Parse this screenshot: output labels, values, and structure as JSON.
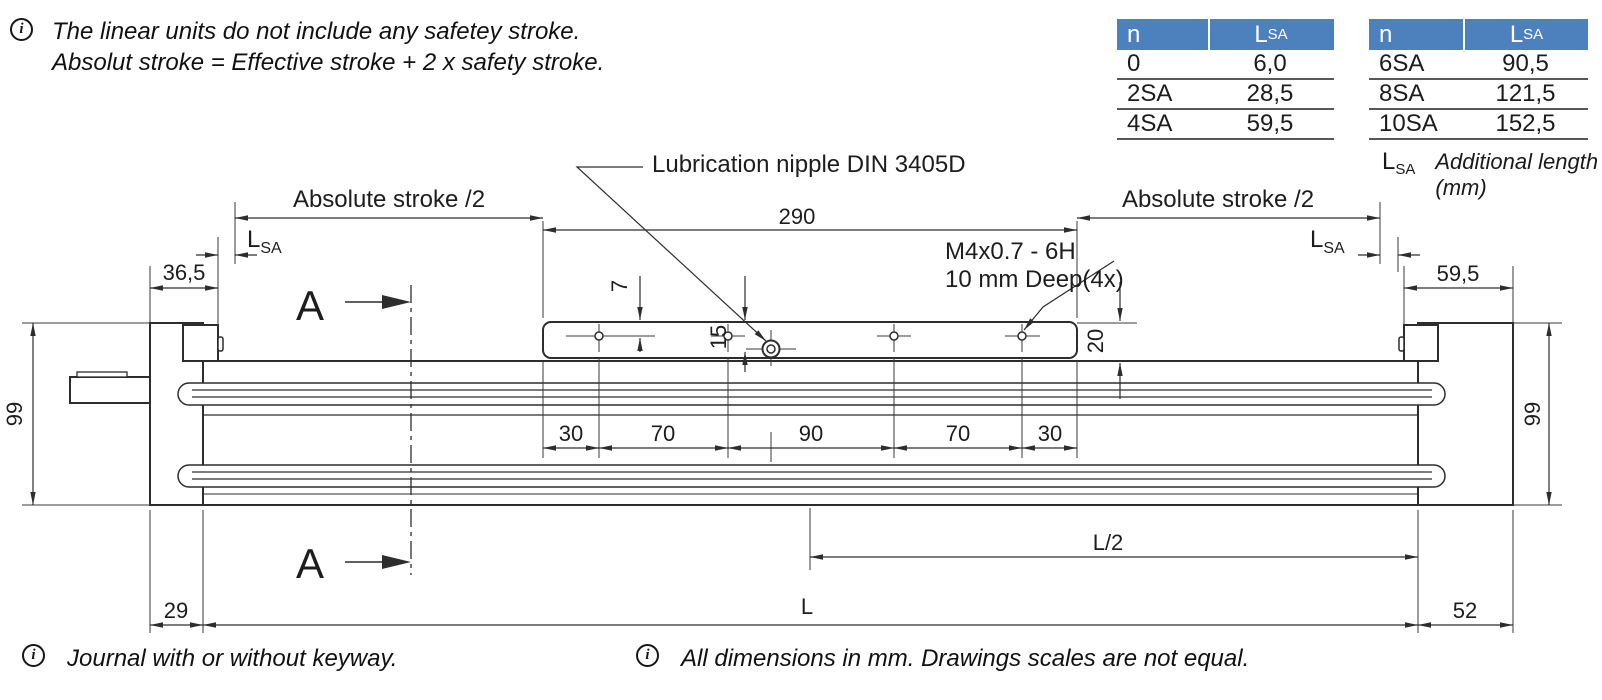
{
  "colors": {
    "accent_blue": "#4d81bd",
    "line": "#2d2d2d"
  },
  "top_note": {
    "line1": "The linear units do not include any safetey stroke.",
    "line2": "Absolut stroke = Effective stroke + 2 x safety stroke."
  },
  "tables": {
    "left": {
      "col1_header": "n",
      "col2_header_main": "L",
      "col2_header_sub": "SA",
      "rows": [
        [
          "0",
          "6,0"
        ],
        [
          "2SA",
          "28,5"
        ],
        [
          "4SA",
          "59,5"
        ]
      ]
    },
    "right": {
      "col1_header": "n",
      "col2_header_main": "L",
      "col2_header_sub": "SA",
      "rows": [
        [
          "6SA",
          "90,5"
        ],
        [
          "8SA",
          "121,5"
        ],
        [
          "10SA",
          "152,5"
        ]
      ]
    }
  },
  "legend": {
    "symbol_main": "L",
    "symbol_sub": "SA",
    "text": "Additional length (mm)"
  },
  "drawing": {
    "lubrication_label": "Lubrication nipple DIN 3405D",
    "thread_label_line1": "M4x0.7 - 6H",
    "thread_label_line2": "10 mm Deep(4x)",
    "absolute_stroke_left": "Absolute stroke /2",
    "absolute_stroke_right": "Absolute stroke /2",
    "lsa_main": "L",
    "lsa_sub": "SA",
    "section_label_top": "A",
    "section_label_bottom": "A",
    "dims": {
      "left_offset": "36,5",
      "right_offset": "59,5",
      "plate_length": "290",
      "hole_depth_top": "7",
      "nipple_offset": "15",
      "plate_height": "20",
      "chain": [
        "30",
        "70",
        "90",
        "70",
        "30"
      ],
      "height_left": "99",
      "height_right": "99",
      "bottom_left": "29",
      "total_length": "L",
      "half_length": "L/2",
      "bottom_right": "52"
    }
  },
  "bottom_notes": [
    {
      "text": "Journal with or without keyway."
    },
    {
      "text": "All dimensions in mm. Drawings scales are not equal."
    }
  ]
}
